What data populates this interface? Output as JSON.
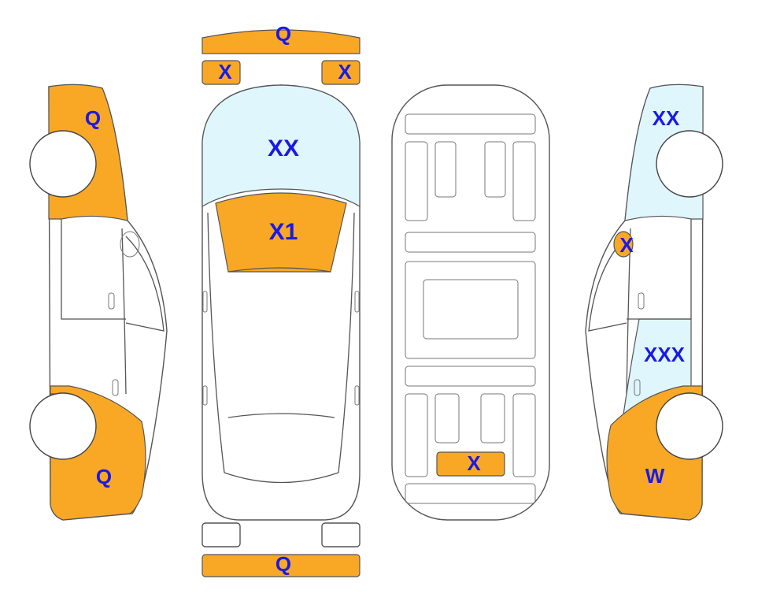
{
  "labels": {
    "front_bumper": "Q",
    "front_left_lamp": "X",
    "front_right_lamp": "X",
    "windshield": "XX",
    "hood": "X1",
    "rear_bumper": "Q",
    "floor_rear_panel": "X",
    "left_front_fender": "Q",
    "left_rear_quarter": "Q",
    "right_front_fender": "XX",
    "right_mirror": "X",
    "right_rear_door": "XXX",
    "right_rear_quarter": "W"
  },
  "colors": {
    "damage_orange": "#F9A826",
    "damage_blue": "#DFF6FC",
    "label_blue": "#1a1ae6",
    "outline": "#555555"
  }
}
